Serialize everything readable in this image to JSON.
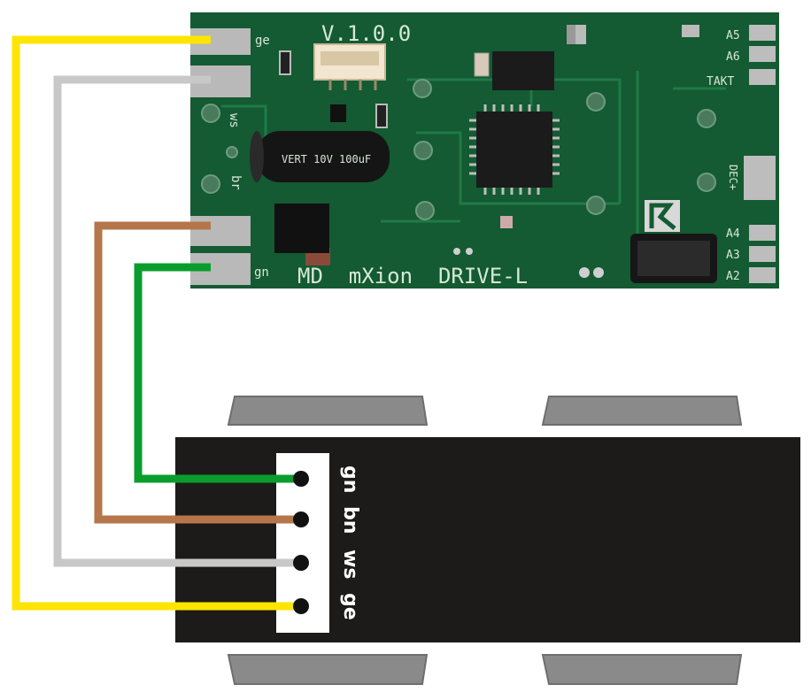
{
  "pcb": {
    "version": "V.1.0.0",
    "product": "MD  mXion  DRIVE-L",
    "pad_labels": {
      "ge": "ge",
      "ws": "ws",
      "br": "br",
      "gn": "gn"
    },
    "right_labels": {
      "a5": "A5",
      "a6": "A6",
      "takt": "TAKT",
      "dec": "DEC+",
      "a4": "A4",
      "a3": "A3",
      "a2": "A2"
    },
    "capacitor_text": "VERT  10V 100uF",
    "colors": {
      "board": "#145a32",
      "pad": "#b9b9b9",
      "chip": "#1b1b1b"
    }
  },
  "connector": {
    "pins": [
      {
        "label": "gn",
        "color": "#0a9d2e"
      },
      {
        "label": "bn",
        "color": "#b5764b"
      },
      {
        "label": "ws",
        "color": "#c8c8c8"
      },
      {
        "label": "ge",
        "color": "#fde500"
      }
    ],
    "colors": {
      "body": "#1c1b1a",
      "socket": "#ffffff",
      "wheels": "#8a8a8a"
    }
  },
  "wires": {
    "ge": "#fde500",
    "ws": "#c8c8c8",
    "bn": "#b5764b",
    "gn": "#0a9d2e"
  }
}
